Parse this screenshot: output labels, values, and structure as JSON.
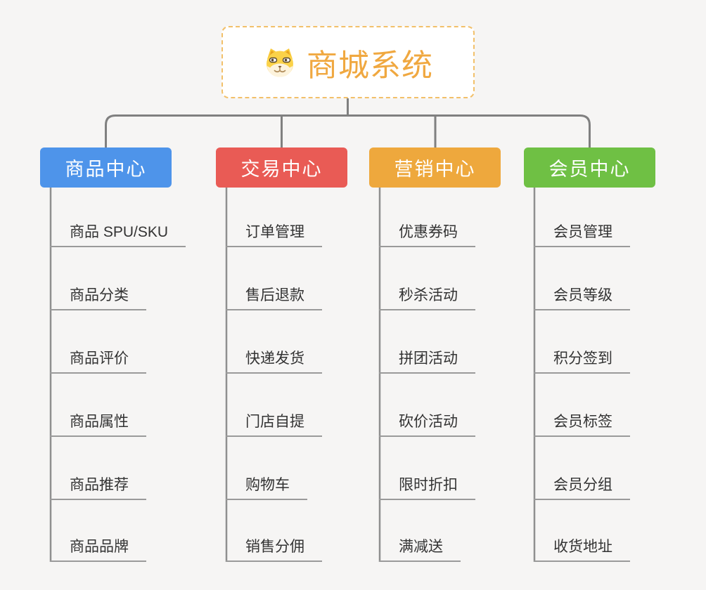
{
  "app": {
    "background": "#f6f5f4"
  },
  "root": {
    "title": "商城系统",
    "icon": "shiba-dog-icon",
    "border_color": "#f2c06a",
    "text_color": "#f0a840"
  },
  "palette": {
    "connector": "#808080",
    "trunk": "#8f8f8f",
    "underline": "#9a9a9a",
    "child_text": "#333333"
  },
  "branches": [
    {
      "id": "product-center",
      "label": "商品中心",
      "color": "#4E94EA",
      "children": [
        "商品 SPU/SKU",
        "商品分类",
        "商品评价",
        "商品属性",
        "商品推荐",
        "商品品牌"
      ]
    },
    {
      "id": "trade-center",
      "label": "交易中心",
      "color": "#E95B55",
      "children": [
        "订单管理",
        "售后退款",
        "快递发货",
        "门店自提",
        "购物车",
        "销售分佣"
      ]
    },
    {
      "id": "marketing-center",
      "label": "营销中心",
      "color": "#EEA83D",
      "children": [
        "优惠券码",
        "秒杀活动",
        "拼团活动",
        "砍价活动",
        "限时折扣",
        "满减送"
      ]
    },
    {
      "id": "member-center",
      "label": "会员中心",
      "color": "#6FC044",
      "children": [
        "会员管理",
        "会员等级",
        "积分签到",
        "会员标签",
        "会员分组",
        "收货地址"
      ]
    }
  ]
}
